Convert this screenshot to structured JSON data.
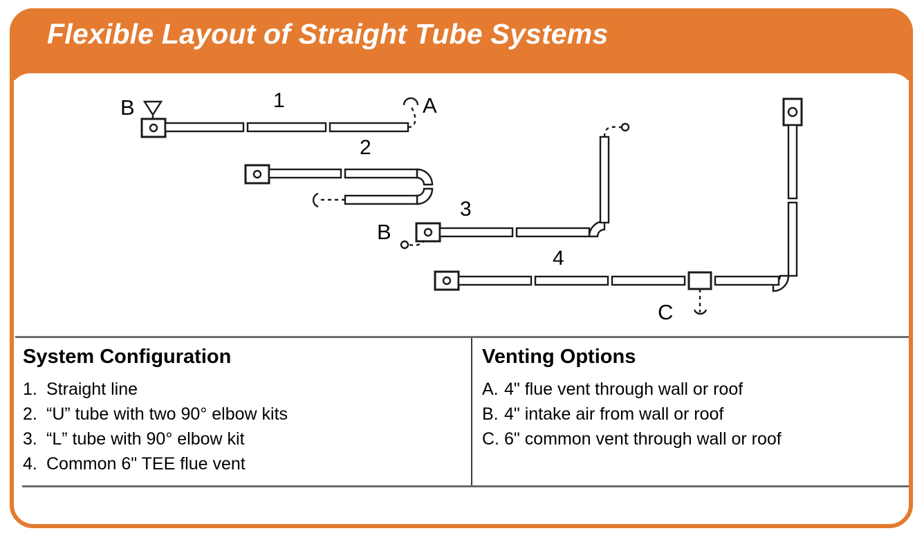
{
  "title": "Flexible Layout of Straight Tube Systems",
  "theme": {
    "accent": "#E47B30",
    "line": "#1a1a1a",
    "divider": "#6b6b6b",
    "text": "#000000",
    "title_text": "#ffffff",
    "background": "#ffffff"
  },
  "diagram": {
    "system_numbers": [
      "1",
      "2",
      "3",
      "4"
    ],
    "vent_markers": {
      "a": "A",
      "b_top": "B",
      "b_system3": "B",
      "c": "C"
    },
    "icons": {
      "appliance_box": "appliance-box-icon",
      "tube_segment": "tube-segment-icon",
      "elbow_90": "elbow-90-icon",
      "tee_fitting": "tee-fitting-icon",
      "intake_triangle": "intake-triangle-icon",
      "flue_hook": "flue-hook-icon",
      "vent_hook_down": "vent-hook-down-icon",
      "intake_port": "intake-port-icon"
    }
  },
  "legend_left": {
    "heading": "System Configuration",
    "items": [
      {
        "marker": "1.",
        "label": "Straight line"
      },
      {
        "marker": "2.",
        "label": "“U” tube with two 90° elbow kits"
      },
      {
        "marker": "3.",
        "label": "“L” tube with 90° elbow kit"
      },
      {
        "marker": "4.",
        "label": "Common 6\" TEE flue vent"
      }
    ]
  },
  "legend_right": {
    "heading": "Venting Options",
    "items": [
      {
        "marker": "A.",
        "label": "4\" flue vent through wall or roof"
      },
      {
        "marker": "B.",
        "label": "4\" intake air from wall or roof"
      },
      {
        "marker": "C.",
        "label": "6\" common vent through wall or roof"
      }
    ]
  }
}
